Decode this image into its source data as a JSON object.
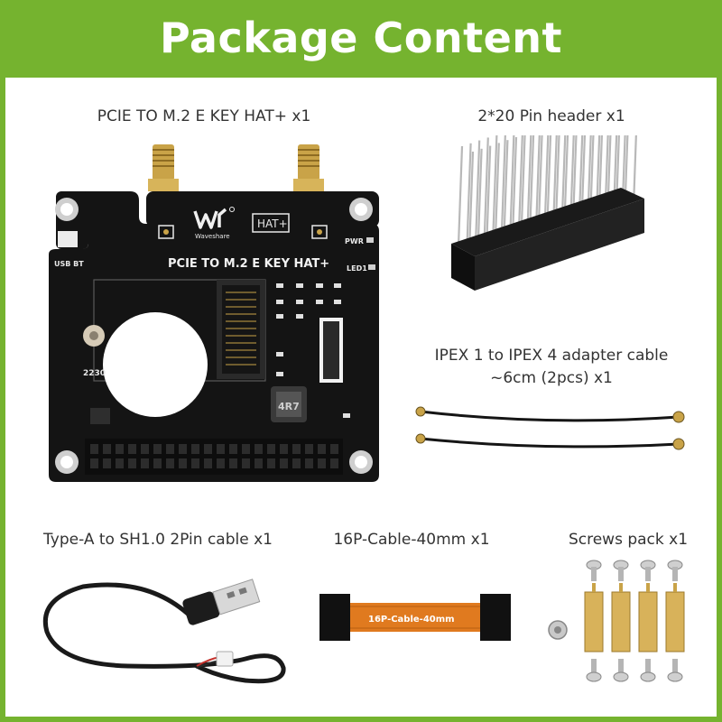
{
  "header": {
    "title": "Package Content"
  },
  "items": [
    {
      "caption": "PCIE TO M.2 E KEY HAT+ x1"
    },
    {
      "caption": "2*20 Pin header x1"
    },
    {
      "caption_line1": "IPEX 1 to IPEX 4 adapter cable",
      "caption_line2": "~6cm (2pcs) x1"
    },
    {
      "caption": "Type-A to SH1.0 2Pin cable x1"
    },
    {
      "caption": "16P-Cable-40mm x1"
    },
    {
      "caption": "Screws pack x1"
    }
  ],
  "board": {
    "brand": "Waveshare",
    "hat_badge": "HAT+",
    "silkscreen_title": "PCIE TO M.2 E KEY HAT+",
    "usb_bt_label": "USB BT",
    "pwr_label": "PWR",
    "led_label": "LED1",
    "size_label": "2230",
    "inductor_label": "4R7"
  },
  "ffc": {
    "printed_label": "16P-Cable-40mm"
  },
  "colors": {
    "banner": "#75b32f",
    "pcb": "#141414",
    "flex": "#e07a1f"
  }
}
